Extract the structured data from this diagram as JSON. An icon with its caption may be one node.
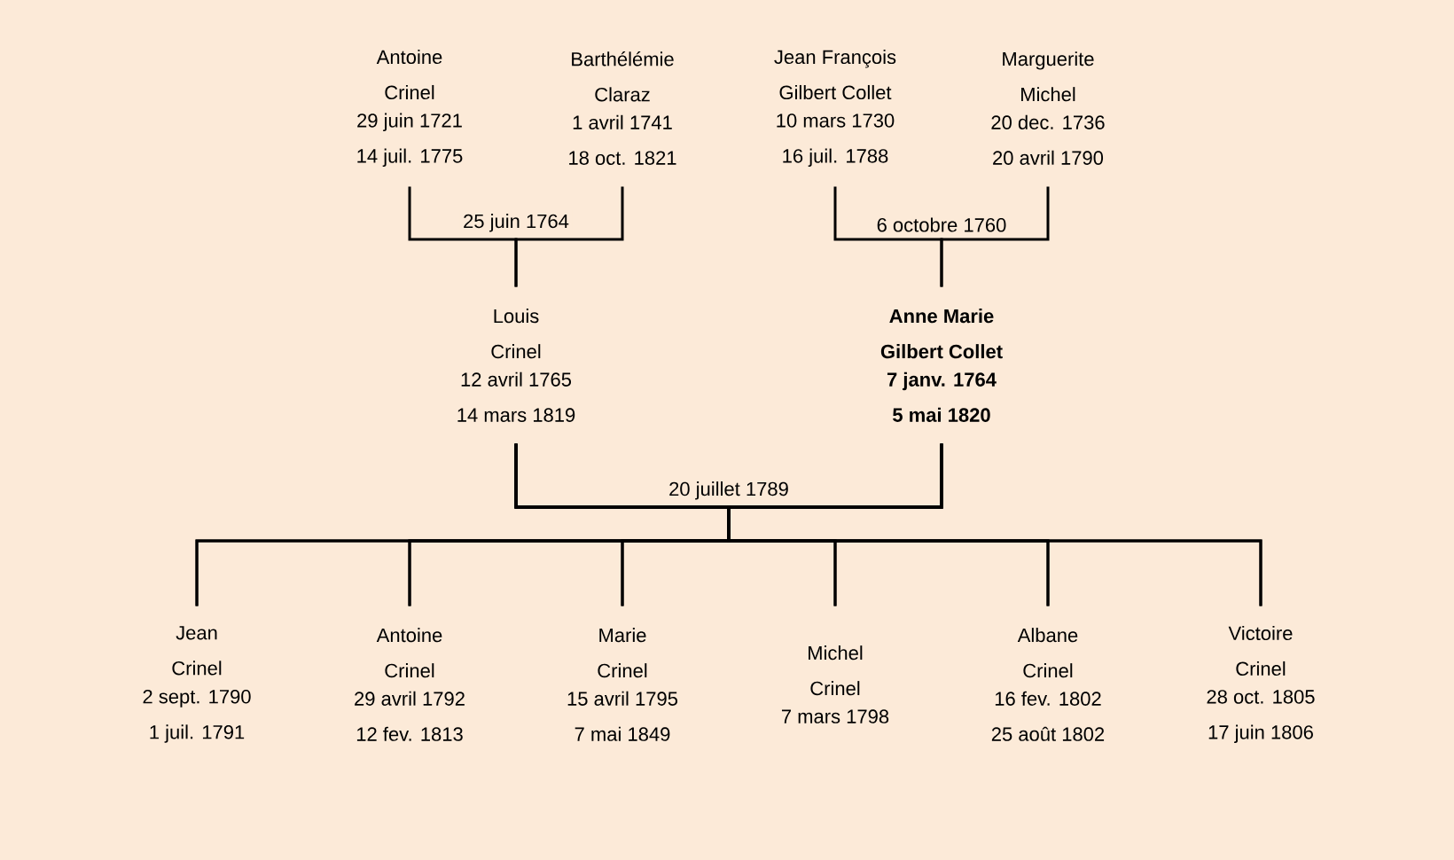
{
  "diagram": {
    "nodes": [
      {
        "text": [
          "Antoine Crinel",
          "29 juin 1721",
          "14 juil. 1775"
        ]
      },
      {
        "text": [
          "Barthélémie Claraz",
          "1 avril 1741",
          "18 oct. 1821"
        ]
      },
      {
        "text": [
          "Jean François Gilbert Collet",
          "10 mars 1730",
          "16 juil. 1788"
        ]
      },
      {
        "text": [
          "Marguerite Michel",
          "20 dec. 1736",
          "20 avril 1790"
        ]
      },
      {
        "text": [
          "Louis Crinel",
          "12 avril 1765",
          "14 mars 1819"
        ]
      },
      {
        "text": [
          "Anne Marie Gilbert Collet",
          "7 janv. 1764",
          "5 mai 1820"
        ]
      },
      {
        "text": [
          "Jean Crinel",
          "2 sept. 1790",
          "1 juil. 1791"
        ]
      },
      {
        "text": [
          "Antoine Crinel",
          "29 avril 1792",
          "12 fev. 1813"
        ]
      },
      {
        "text": [
          "Marie Crinel",
          "15 avril 1795",
          "7 mai 1849"
        ]
      },
      {
        "text": [
          "Michel Crinel",
          "7 mars 1798"
        ]
      },
      {
        "text": [
          "Albane Crinel",
          "16 fev. 1802",
          "25 août 1802"
        ]
      },
      {
        "text": [
          "Victoire Crinel",
          "28 oct. 1805",
          "17 juin 1806"
        ]
      }
    ],
    "edges": [
      {
        "from": 0,
        "to": 4,
        "arrow": "none",
        "label": "25 juin 1764"
      },
      {
        "from": 1,
        "to": 4,
        "arrow": "none"
      },
      {
        "from": 2,
        "to": 5,
        "arrow": "none",
        "label": "6 octobre 1760"
      },
      {
        "from": 3,
        "to": 5,
        "arrow": "none"
      },
      {
        "from": 4,
        "to": 6,
        "arrow": "none",
        "label": "20 juillet 1789"
      },
      {
        "from": 5,
        "to": 6,
        "arrow": "none"
      },
      {
        "from": 4,
        "to": 7,
        "arrow": "none"
      },
      {
        "from": 5,
        "to": 7,
        "arrow": "none"
      },
      {
        "from": 4,
        "to": 8,
        "arrow": "none"
      },
      {
        "from": 5,
        "to": 8,
        "arrow": "none"
      },
      {
        "from": 4,
        "to": 9,
        "arrow": "none"
      },
      {
        "from": 5,
        "to": 9,
        "arrow": "none"
      },
      {
        "from": 4,
        "to": 10,
        "arrow": "none"
      },
      {
        "from": 5,
        "to": 10,
        "arrow": "none"
      },
      {
        "from": 4,
        "to": 11,
        "arrow": "none"
      },
      {
        "from": 5,
        "to": 11,
        "arrow": "none"
      }
    ]
  }
}
